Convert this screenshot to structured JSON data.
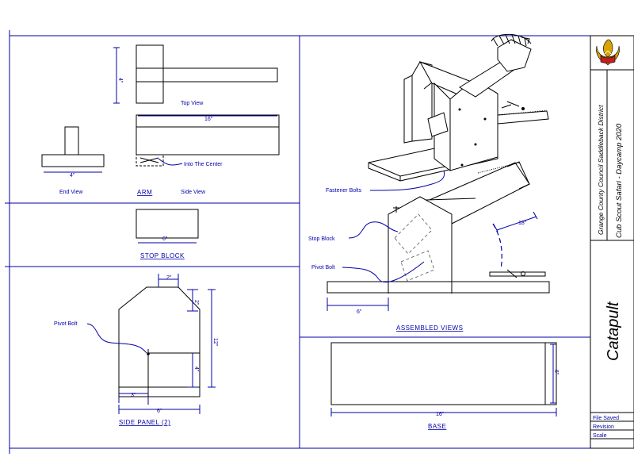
{
  "title_block": {
    "organization": "Grange County Council Saddleback District",
    "event": "Cub Scout Safari - Daycamp 2020",
    "drawing_title": "Catapult",
    "rows": [
      "File Saved",
      "Revision",
      "Scale"
    ]
  },
  "views": {
    "top_view": "Top View",
    "end_view": "End View",
    "side_view": "Side View",
    "arm": "ARM",
    "stop_block": "STOP BLOCK",
    "side_panel": "SIDE PANEL (2)",
    "assembled_views": "ASSEMBLED VIEWS",
    "base": "BASE"
  },
  "callouts": {
    "into_center": "Into The Center",
    "pivot_bolt_panel": "Pivot Bolt",
    "fastener_bolts": "Fastener Bolts",
    "stop_block": "Stop Block",
    "pivot_bolt_assy": "Pivot Bolt"
  },
  "dims": {
    "arm_height": "4\"",
    "arm_length": "16\"",
    "end_width": "4\"",
    "stop_width": "6\"",
    "panel_top": "2\"",
    "panel_chamfer": "2\"",
    "panel_height": "12\"",
    "panel_lower": "4\"",
    "panel_pivot_x": "3\"",
    "panel_width": "6\"",
    "assy_base": "6\"",
    "assy_arm": "18\"",
    "base_height": "6\"",
    "base_length": "16\""
  }
}
